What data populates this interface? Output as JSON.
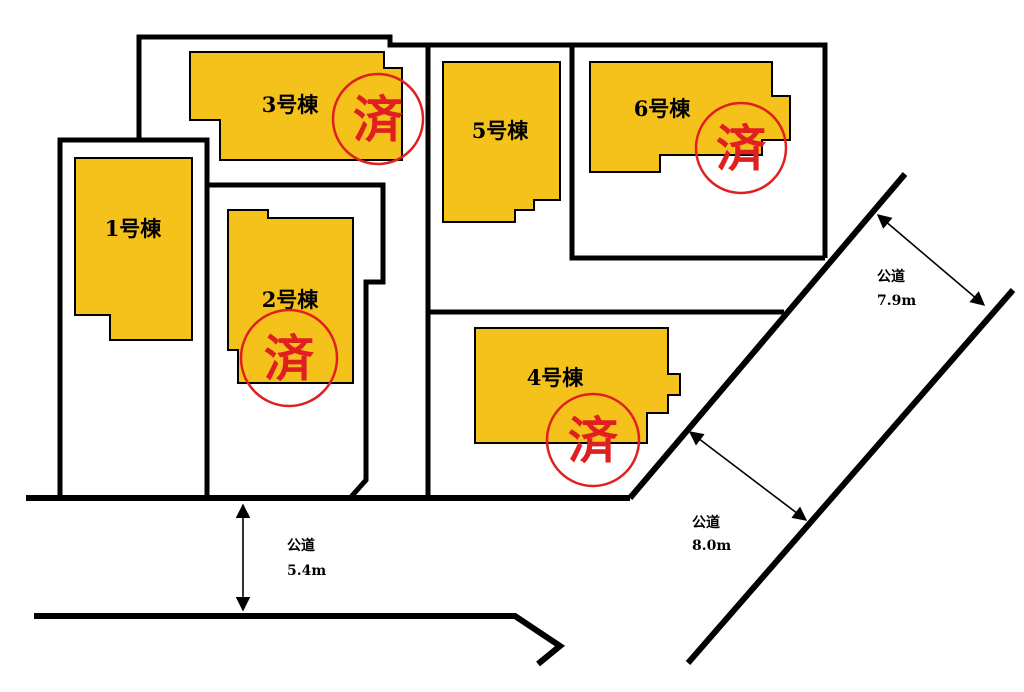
{
  "buildings": [
    {
      "id": "1",
      "label": "1号棟",
      "sold": false
    },
    {
      "id": "2",
      "label": "2号棟",
      "sold": true
    },
    {
      "id": "3",
      "label": "3号棟",
      "sold": true
    },
    {
      "id": "4",
      "label": "4号棟",
      "sold": true
    },
    {
      "id": "5",
      "label": "5号棟",
      "sold": false
    },
    {
      "id": "6",
      "label": "6号棟",
      "sold": true
    }
  ],
  "sold_mark": "済",
  "roads": {
    "south": {
      "name": "公道",
      "width": "5.4m"
    },
    "east_lower": {
      "name": "公道",
      "width": "8.0m"
    },
    "east_upper": {
      "name": "公道",
      "width": "7.9m"
    }
  },
  "colors": {
    "building": "#f5c11b",
    "sold_mark": "#e02020",
    "lines": "#000000"
  }
}
